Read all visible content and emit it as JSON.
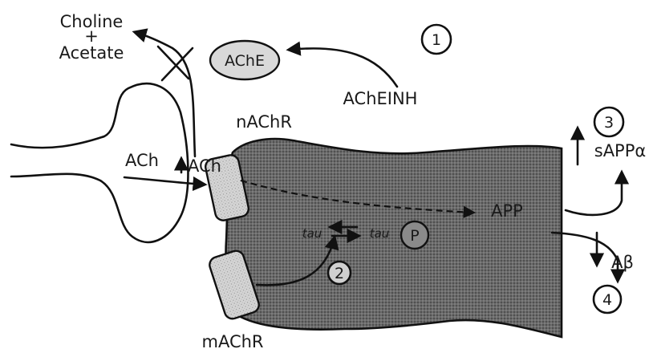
{
  "labels": {
    "choline": "Choline",
    "plus": "+",
    "acetate": "Acetate",
    "ache": "AChE",
    "acheinh": "AChEINH",
    "nachr": "nAChR",
    "ach": "ACh",
    "up_ach": "ACh",
    "mAChR": "mAChR",
    "app": "APP",
    "sapp": "sAPPα",
    "abeta": "Aβ",
    "tau_left": "tau",
    "tau_right": "tau",
    "phospho": "P"
  },
  "steps": [
    "1",
    "2",
    "3",
    "4"
  ],
  "colors": {
    "cell_fill": "#6b6b6b",
    "receptor_fill": "#d6d6d6",
    "ache_fill": "#d9d9d9",
    "line": "#111111",
    "background": "#ffffff"
  }
}
